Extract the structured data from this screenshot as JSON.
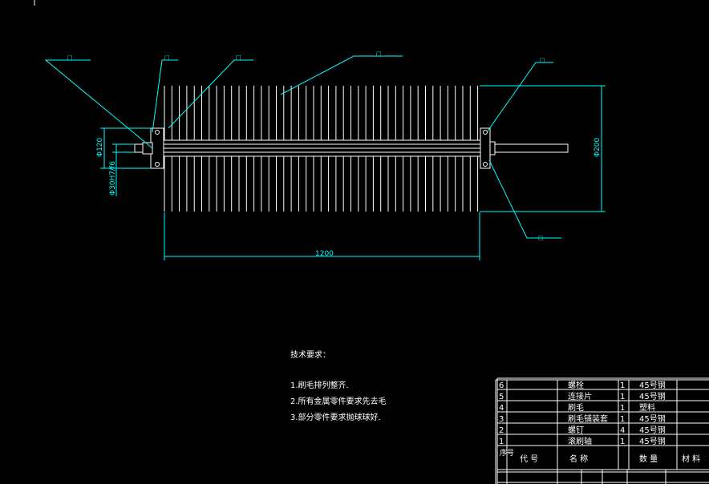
{
  "drawing": {
    "dimensions": {
      "length": "1200",
      "outer_diameter": "Φ200",
      "hub_diameter": "Φ120",
      "shaft_fit": "Φ30H7/f6"
    },
    "balloons": [
      "□",
      "□",
      "□",
      "□",
      "□",
      "□"
    ],
    "tech_requirements": {
      "title": "技术要求：",
      "items": [
        "1.刷毛排列整齐.",
        "2.所有金属零件要求先去毛",
        "3.部分零件要求抛球球好."
      ]
    },
    "bom": {
      "rows": [
        {
          "seq": "6",
          "name": "螺栓",
          "qty": "1",
          "material": "45号钢"
        },
        {
          "seq": "5",
          "name": "连接片",
          "qty": "1",
          "material": "45号钢"
        },
        {
          "seq": "4",
          "name": "刷毛",
          "qty": "1",
          "material": "塑料"
        },
        {
          "seq": "3",
          "name": "刷毛铺装套",
          "qty": "1",
          "material": "45号钢"
        },
        {
          "seq": "2",
          "name": "螺钉",
          "qty": "4",
          "material": "45号钢"
        },
        {
          "seq": "1",
          "name": "滚刷轴",
          "qty": "1",
          "material": "45号钢"
        }
      ],
      "header": {
        "seq": "序号",
        "code": "代 号",
        "name": "名 称",
        "qty": "数 量",
        "material": "材 料"
      }
    },
    "colors": {
      "background": "#000000",
      "line": "#ffffff",
      "dimension": "#00ffff"
    }
  }
}
